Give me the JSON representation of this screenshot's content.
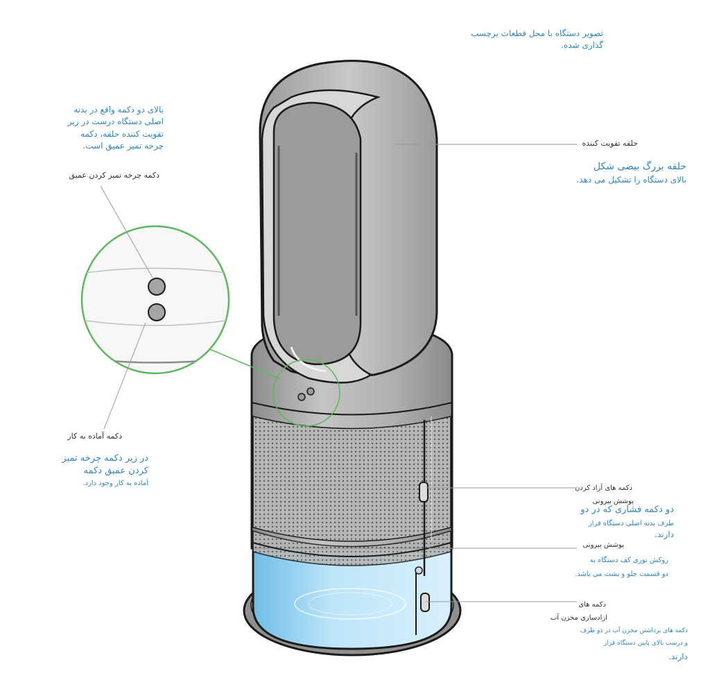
{
  "caption": {
    "line1": "تصویر دستگاه با محل قطعات برچسب",
    "line2": "گذاری شده."
  },
  "labels": {
    "loop_amplifier": {
      "title": "حلقه تقویت کننده",
      "desc_line1": "حلقه بزرگ بیضی شکل",
      "desc_line2": "بالای دستگاه را تشکیل می دهد."
    },
    "buttons_intro": {
      "line1": "بالای دو دکمه واقع در بدنه",
      "line2": "اصلی دستگاه درست در زیر",
      "line3": "تقویت کننده حلقه، دکمه",
      "line4": "چرخه تمیز عمیق است."
    },
    "deep_clean_button": {
      "title": "دکمه چرخه تمیز کردن عمیق"
    },
    "standby_button": {
      "title": "دکمه آماده به کار",
      "desc_line1": "در زیر دکمه چرخه تمیز",
      "desc_line2": "کردن عمیق دکمه",
      "desc_line3": "آماده به کار وجود دارد."
    },
    "shroud_release": {
      "title_line1": "دکمه های آزاد کردن",
      "title_line2": "پوشش بیرونی",
      "desc_line1": "دو دکمه فشاری که در دو",
      "desc_line2": "طرف بدنه اصلی دستگاه قرار",
      "desc_line3": "دارند."
    },
    "outer_shroud": {
      "title": "پوشش بیرونی",
      "desc_line1": "روکش توری کف دستگاه به",
      "desc_line2": "دو قسمت جلو و پشت می باشد."
    },
    "tank_release": {
      "title_line1": "دکمه های",
      "title_line2": "ازادسازی مخزن آب",
      "desc_line1": "دکمه های برداشتن مخزن آب در دو طرف",
      "desc_line2": "و درست بالای پایین دستگاه قرار",
      "desc_line3": "دارند."
    }
  },
  "colors": {
    "text_blue": "#2e86c1",
    "text_dark": "#333333",
    "callout_green": "#5cb85c",
    "body_grey": "#a9a9a9",
    "water_blue": "#9fd6f3",
    "outline": "#1a1a1a"
  }
}
